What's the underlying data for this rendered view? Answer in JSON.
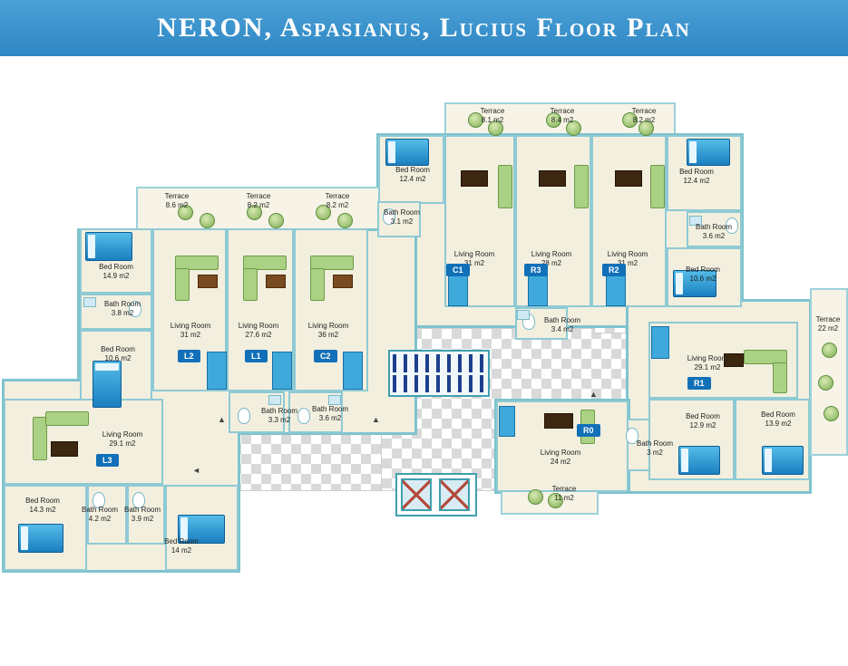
{
  "header": {
    "title": "NERON, Aspasianus, Lucius Floor Plan"
  },
  "units": {
    "l1": "L1",
    "l2": "L2",
    "l3": "L3",
    "c1": "C1",
    "c2": "C2",
    "r0": "R0",
    "r1": "R1",
    "r2": "R2",
    "r3": "R3"
  },
  "icons": {
    "arrow_up": "▲",
    "arrow_left": "◄"
  },
  "rooms": {
    "lt1": {
      "name": "Terrace",
      "area": "8.6 m2"
    },
    "lt2": {
      "name": "Terrace",
      "area": "8.2 m2"
    },
    "lt3": {
      "name": "Terrace",
      "area": "8.2 m2"
    },
    "lbr1": {
      "name": "Bed Room",
      "area": "14.9 m2"
    },
    "lba1": {
      "name": "Bath Room",
      "area": "3.8 m2"
    },
    "lbr2": {
      "name": "Bed Room",
      "area": "10.6 m2"
    },
    "llv1": {
      "name": "Living Room",
      "area": "31 m2"
    },
    "llv2": {
      "name": "Living Room",
      "area": "27.6 m2"
    },
    "llv3": {
      "name": "Living Room",
      "area": "36 m2"
    },
    "lba2": {
      "name": "Bath Room",
      "area": "3.3 m2"
    },
    "lba3": {
      "name": "Bath Room",
      "area": "3.6 m2"
    },
    "tt1": {
      "name": "Terrace",
      "area": "8.1 m2"
    },
    "tt2": {
      "name": "Terrace",
      "area": "8.4 m2"
    },
    "tt3": {
      "name": "Terrace",
      "area": "8.2 m2"
    },
    "tbr1": {
      "name": "Bed Room",
      "area": "12.4 m2"
    },
    "tba1": {
      "name": "Bath Room",
      "area": "3.1 m2"
    },
    "tlv1": {
      "name": "Living Room",
      "area": "31 m2"
    },
    "tlv2": {
      "name": "Living Room",
      "area": "28 m2"
    },
    "tlv3": {
      "name": "Living Room",
      "area": "31 m2"
    },
    "tbr2": {
      "name": "Bed Room",
      "area": "12.4 m2"
    },
    "tba2": {
      "name": "Bath Room",
      "area": "3.6 m2"
    },
    "tbr3": {
      "name": "Bed Room",
      "area": "10.6 m2"
    },
    "tba3": {
      "name": "Bath Room",
      "area": "3.4 m2"
    },
    "rt1": {
      "name": "Terrace",
      "area": "22 m2"
    },
    "rlv1": {
      "name": "Living Room",
      "area": "29.1 m2"
    },
    "rbr1": {
      "name": "Bed Room",
      "area": "12.9 m2"
    },
    "rbr2": {
      "name": "Bed Room",
      "area": "13.9 m2"
    },
    "rba1": {
      "name": "Bath Room",
      "area": "3 m2"
    },
    "rlv2": {
      "name": "Living Room",
      "area": "24 m2"
    },
    "rt2": {
      "name": "Terrace",
      "area": "11 m2"
    },
    "blv1": {
      "name": "Living Room",
      "area": "29.1 m2"
    },
    "bbr1": {
      "name": "Bed Room",
      "area": "14.3 m2"
    },
    "bba1": {
      "name": "Bath Room",
      "area": "4.2 m2"
    },
    "bba2": {
      "name": "Bath Room",
      "area": "3.9 m2"
    },
    "bbr2": {
      "name": "Bed Room",
      "area": "14 m2"
    }
  },
  "colors": {
    "banner": "#3e95cd",
    "wall": "#7fc3ce",
    "floor": "#f3efdf",
    "unit_badge": "#1170b8",
    "bed": "#1b7fc0",
    "sofa": "#abd184"
  }
}
